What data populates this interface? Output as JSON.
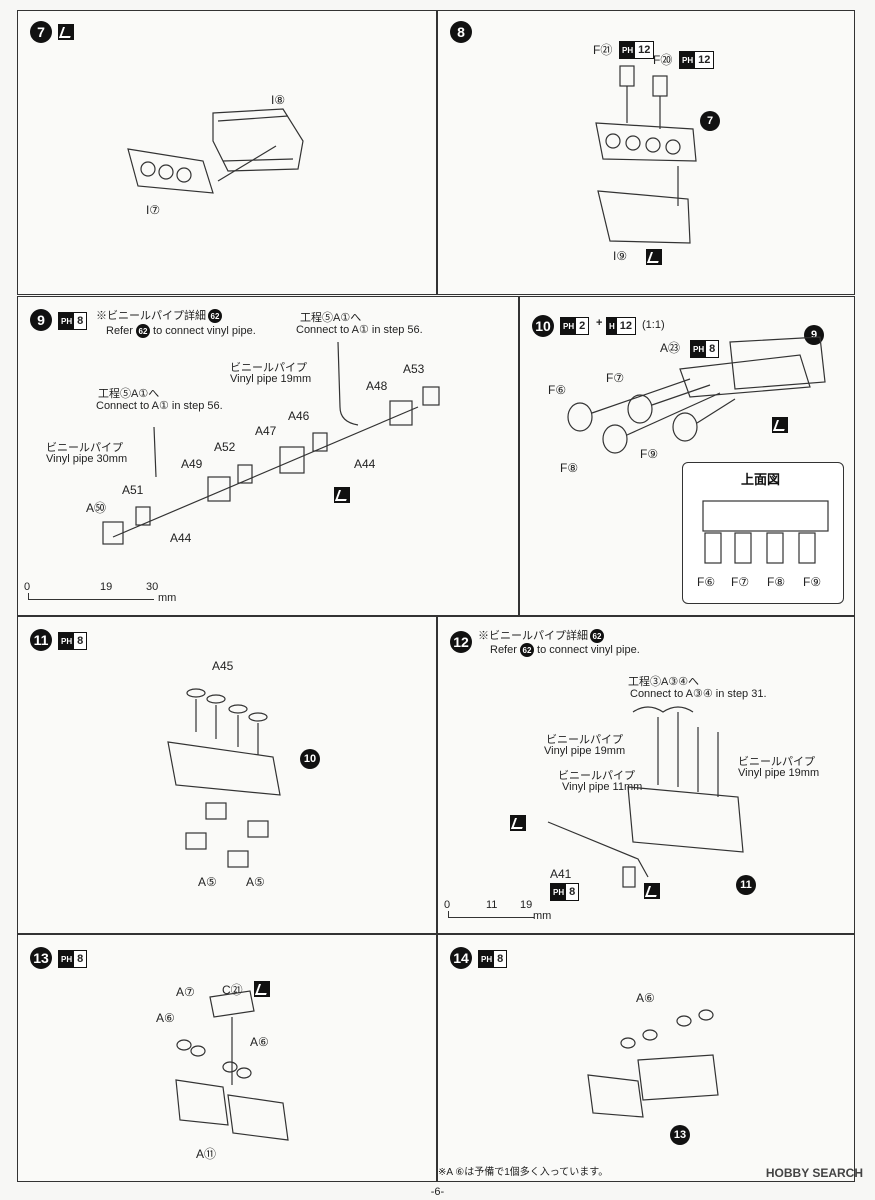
{
  "steps": {
    "s7": {
      "num": "7",
      "parts": [
        "I⑧",
        "I⑦"
      ]
    },
    "s8": {
      "num": "8",
      "parts": [
        "F㉑",
        "F⑳",
        "I⑨"
      ],
      "paint": [
        "12",
        "12"
      ],
      "ref": "7"
    },
    "s9": {
      "num": "9",
      "paint": "8",
      "note_jp": "※ビニールパイプ詳細",
      "note_ref": "62",
      "note_en_pre": "Refer",
      "note_en_post": "to connect vinyl pipe.",
      "connect1_jp": "工程",
      "connect1_jp2": "A①へ",
      "connect1_en": "Connect to A① in step",
      "connect1_step": "56",
      "connect2_jp": "工程",
      "connect2_jp2": "A①へ",
      "connect2_en": "Connect to A① in step",
      "connect2_step": "56",
      "vinyl19_jp": "ビニールパイプ",
      "vinyl19_en": "Vinyl pipe 19mm",
      "vinyl30_jp": "ビニールパイプ",
      "vinyl30_en": "Vinyl pipe 30mm",
      "parts": [
        "A㊿",
        "A51",
        "A44",
        "A49",
        "A52",
        "A47",
        "A46",
        "A48",
        "A53",
        "A44"
      ],
      "ruler": [
        "0",
        "19",
        "30",
        "mm"
      ]
    },
    "s10": {
      "num": "10",
      "paint": "2",
      "paint2": "12",
      "ratio": "(1:1)",
      "a23": "A㉓",
      "a23_paint": "8",
      "ref": "9",
      "parts": [
        "F⑥",
        "F⑦",
        "F⑧",
        "F⑨"
      ],
      "topview_title": "上面図",
      "topview_parts": [
        "F⑥",
        "F⑦",
        "F⑧",
        "F⑨"
      ]
    },
    "s11": {
      "num": "11",
      "paint": "8",
      "parts": [
        "A45",
        "A⑤",
        "A⑤"
      ],
      "ref": "10"
    },
    "s12": {
      "num": "12",
      "note_jp": "※ビニールパイプ詳細",
      "note_ref": "62",
      "note_en_pre": "Refer",
      "note_en_post": "to connect vinyl pipe.",
      "connect_jp": "工程",
      "connect_jp2": "A③④へ",
      "connect_en": "Connect to A③④ in step",
      "connect_step": "31",
      "v19a_jp": "ビニールパイプ",
      "v19a_en": "Vinyl pipe 19mm",
      "v11_jp": "ビニールパイプ",
      "v11_en": "Vinyl pipe 11mm",
      "v19b_jp": "ビニールパイプ",
      "v19b_en": "Vinyl pipe 19mm",
      "a41": "A41",
      "a41_paint": "8",
      "ref": "11",
      "ruler": [
        "0",
        "11",
        "19",
        "mm"
      ]
    },
    "s13": {
      "num": "13",
      "paint": "8",
      "parts": [
        "A⑦",
        "A⑥",
        "C㉑",
        "A⑥",
        "A⑪"
      ]
    },
    "s14": {
      "num": "14",
      "paint": "8",
      "parts": [
        "A⑥"
      ],
      "ref": "13",
      "footnote": "※A ⑥は予備で1個多く入っています。"
    }
  },
  "page_number": "-6-",
  "watermark": "HOBBY SEARCH"
}
